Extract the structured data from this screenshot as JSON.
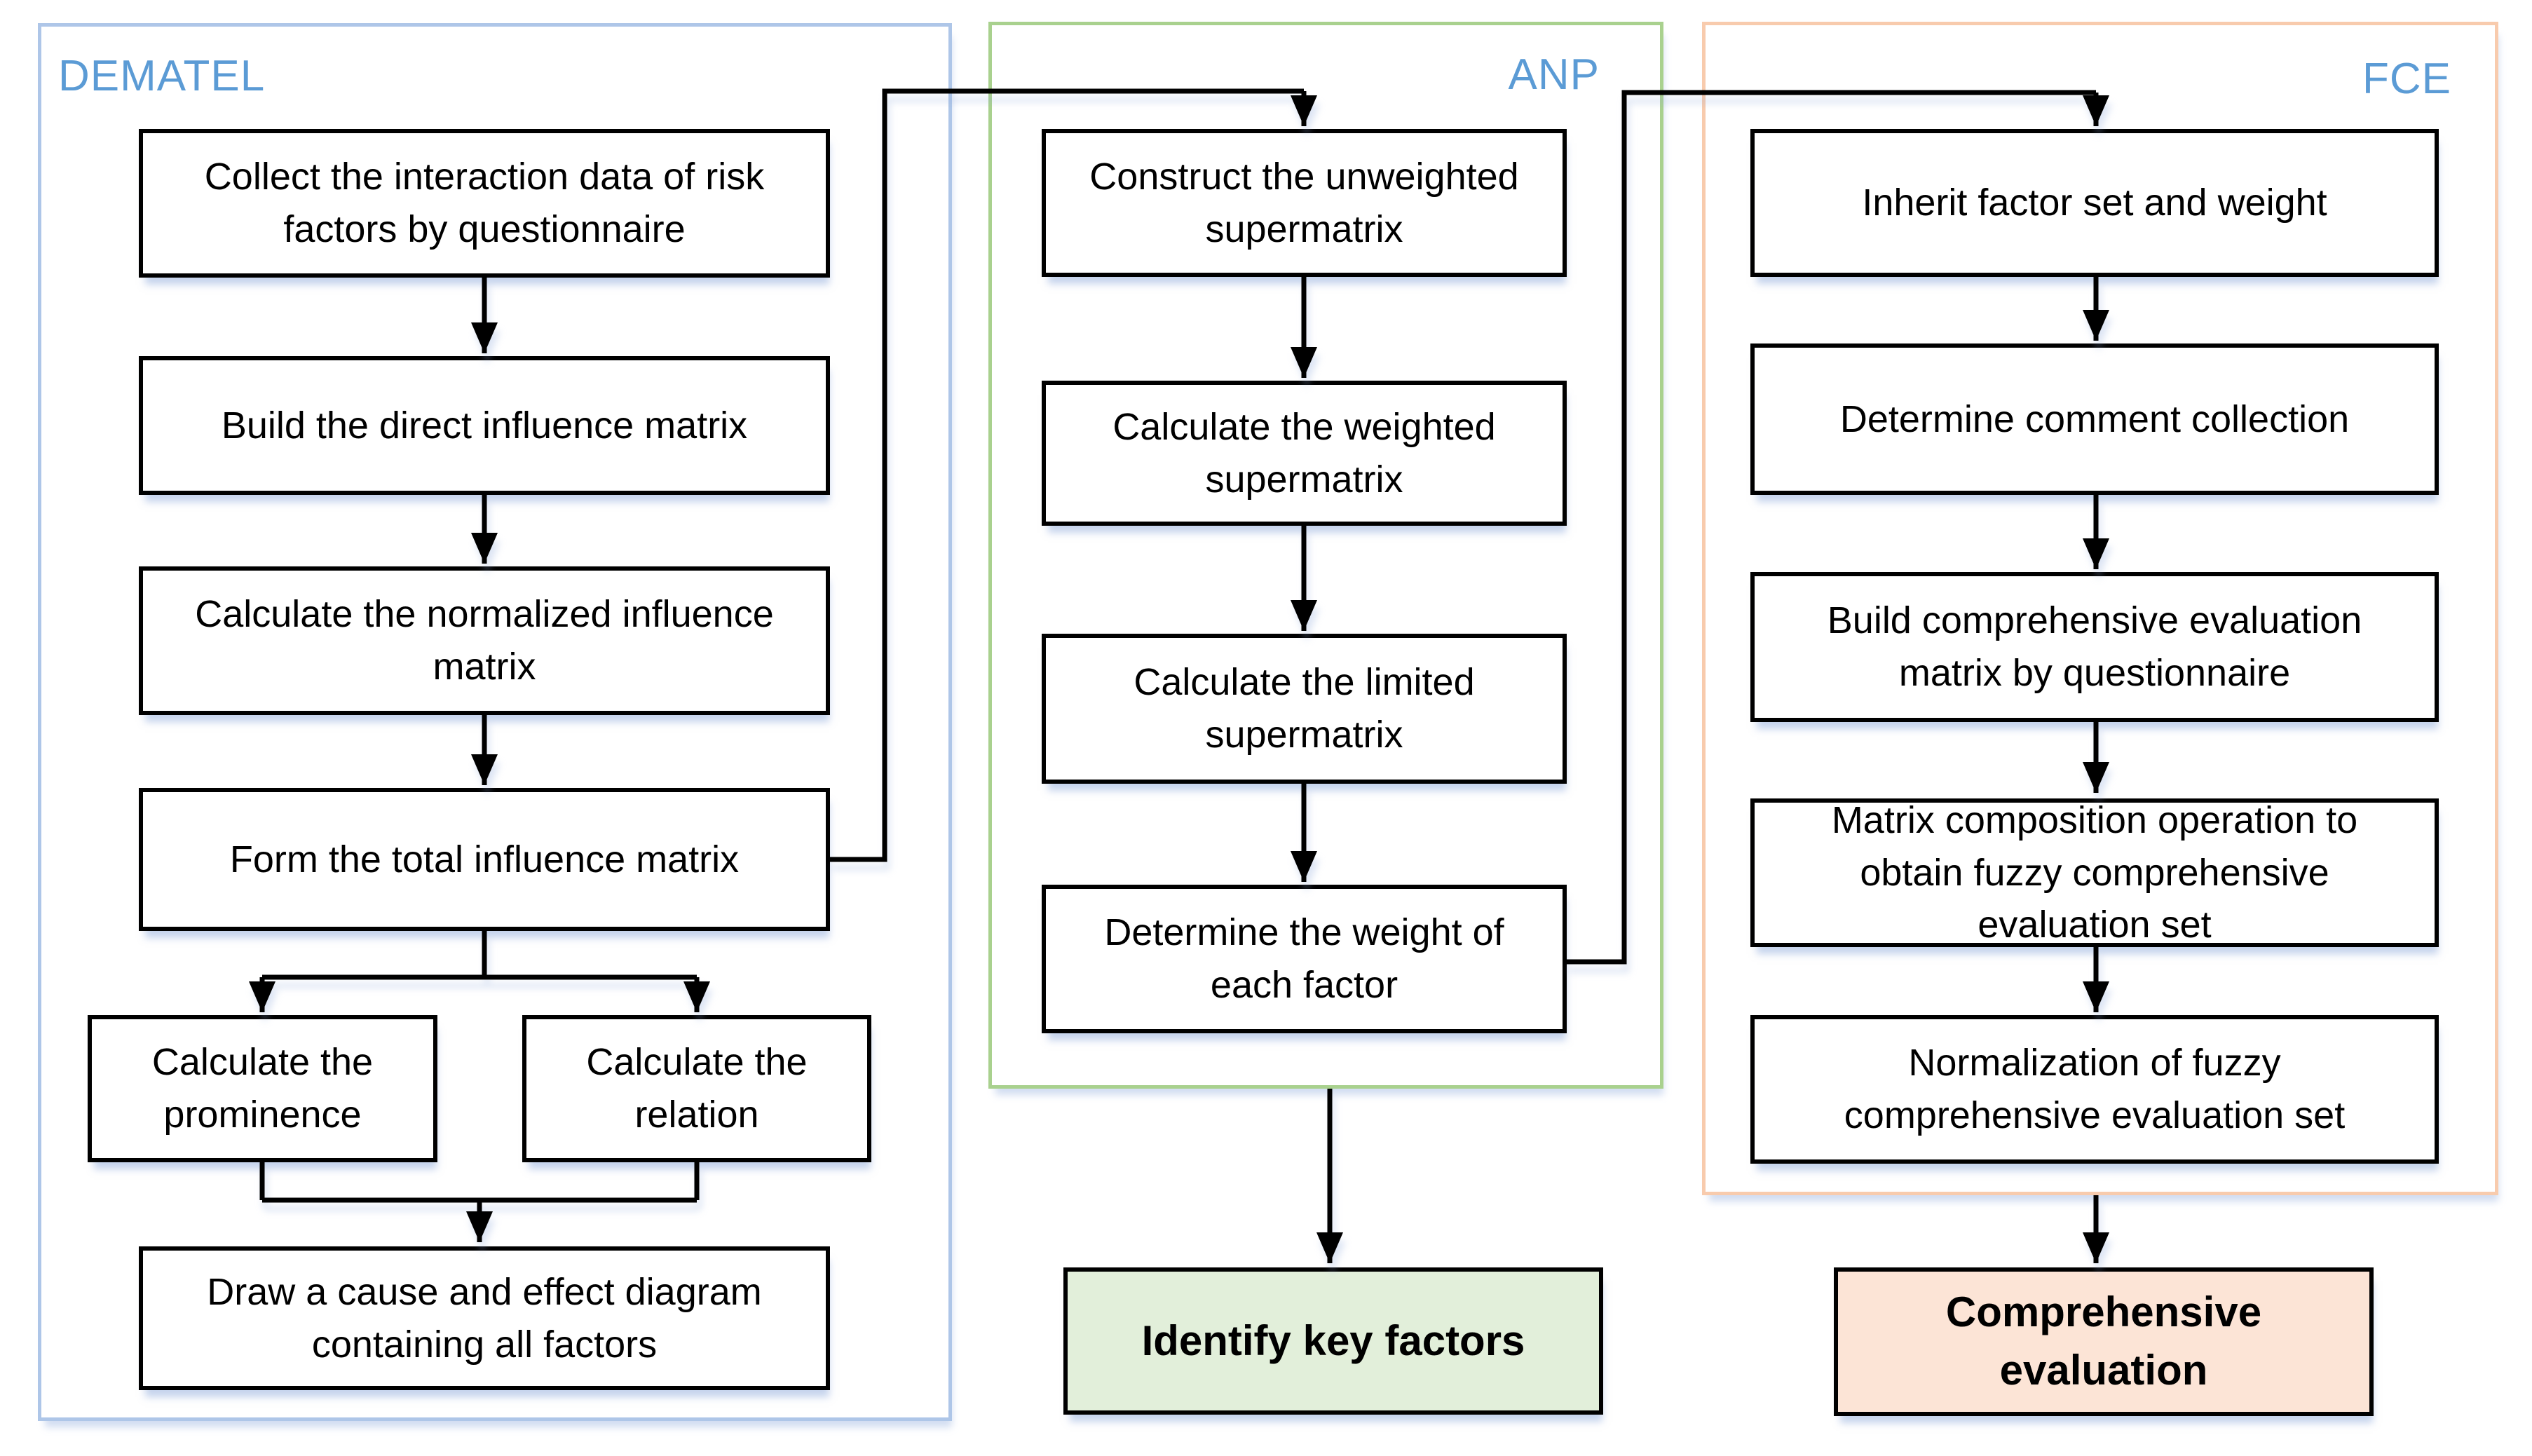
{
  "panels": {
    "dematel": {
      "label": "DEMATEL",
      "steps": [
        {
          "label": "Collect the interaction data of risk factors by questionnaire"
        },
        {
          "label": "Build the direct influence matrix"
        },
        {
          "label": "Calculate the normalized influence matrix"
        },
        {
          "label": "Form the total influence matrix"
        },
        {
          "label": "Calculate the prominence"
        },
        {
          "label": "Calculate the relation"
        },
        {
          "label": "Draw a cause and effect diagram containing all factors"
        }
      ]
    },
    "anp": {
      "label": "ANP",
      "steps": [
        {
          "label": "Construct the unweighted supermatrix"
        },
        {
          "label": "Calculate the weighted supermatrix"
        },
        {
          "label": "Calculate the limited supermatrix"
        },
        {
          "label": "Determine the weight of each factor"
        }
      ],
      "result": {
        "label": "Identify key factors"
      }
    },
    "fce": {
      "label": "FCE",
      "steps": [
        {
          "label": "Inherit factor set and weight"
        },
        {
          "label": "Determine comment collection"
        },
        {
          "label": "Build comprehensive evaluation matrix by questionnaire"
        },
        {
          "label": "Matrix composition operation to obtain fuzzy comprehensive evaluation set"
        },
        {
          "label": "Normalization of fuzzy comprehensive evaluation set"
        }
      ],
      "result": {
        "label": "Comprehensive evaluation"
      }
    }
  },
  "edges": [
    "collect-interaction-data -> build-direct-influence-matrix",
    "build-direct-influence-matrix -> calculate-normalized-influence-matrix",
    "calculate-normalized-influence-matrix -> form-total-influence-matrix",
    "form-total-influence-matrix -> calculate-prominence",
    "form-total-influence-matrix -> calculate-relation",
    "calculate-prominence -> draw-cause-effect-diagram",
    "calculate-relation -> draw-cause-effect-diagram",
    "form-total-influence-matrix -> construct-unweighted-supermatrix",
    "construct-unweighted-supermatrix -> calculate-weighted-supermatrix",
    "calculate-weighted-supermatrix -> calculate-limited-supermatrix",
    "calculate-limited-supermatrix -> determine-weight-of-each-factor",
    "determine-weight-of-each-factor -> inherit-factor-set-and-weight",
    "anp-panel -> identify-key-factors",
    "inherit-factor-set-and-weight -> determine-comment-collection",
    "determine-comment-collection -> build-comprehensive-evaluation-matrix",
    "build-comprehensive-evaluation-matrix -> matrix-composition-operation",
    "matrix-composition-operation -> normalization-of-fuzzy-set",
    "fce-panel -> comprehensive-evaluation"
  ],
  "colors": {
    "dematel_border": "#aec6e8",
    "anp_border": "#a9d18e",
    "fce_border": "#f8cbad",
    "panel_label_text": "#5b9bd5",
    "node_border": "#000000",
    "node_fill": "#ffffff",
    "identify_key_factors_fill": "#e2efda",
    "comprehensive_evaluation_fill": "#fce4d6",
    "connector": "#000000",
    "background": "#ffffff"
  }
}
